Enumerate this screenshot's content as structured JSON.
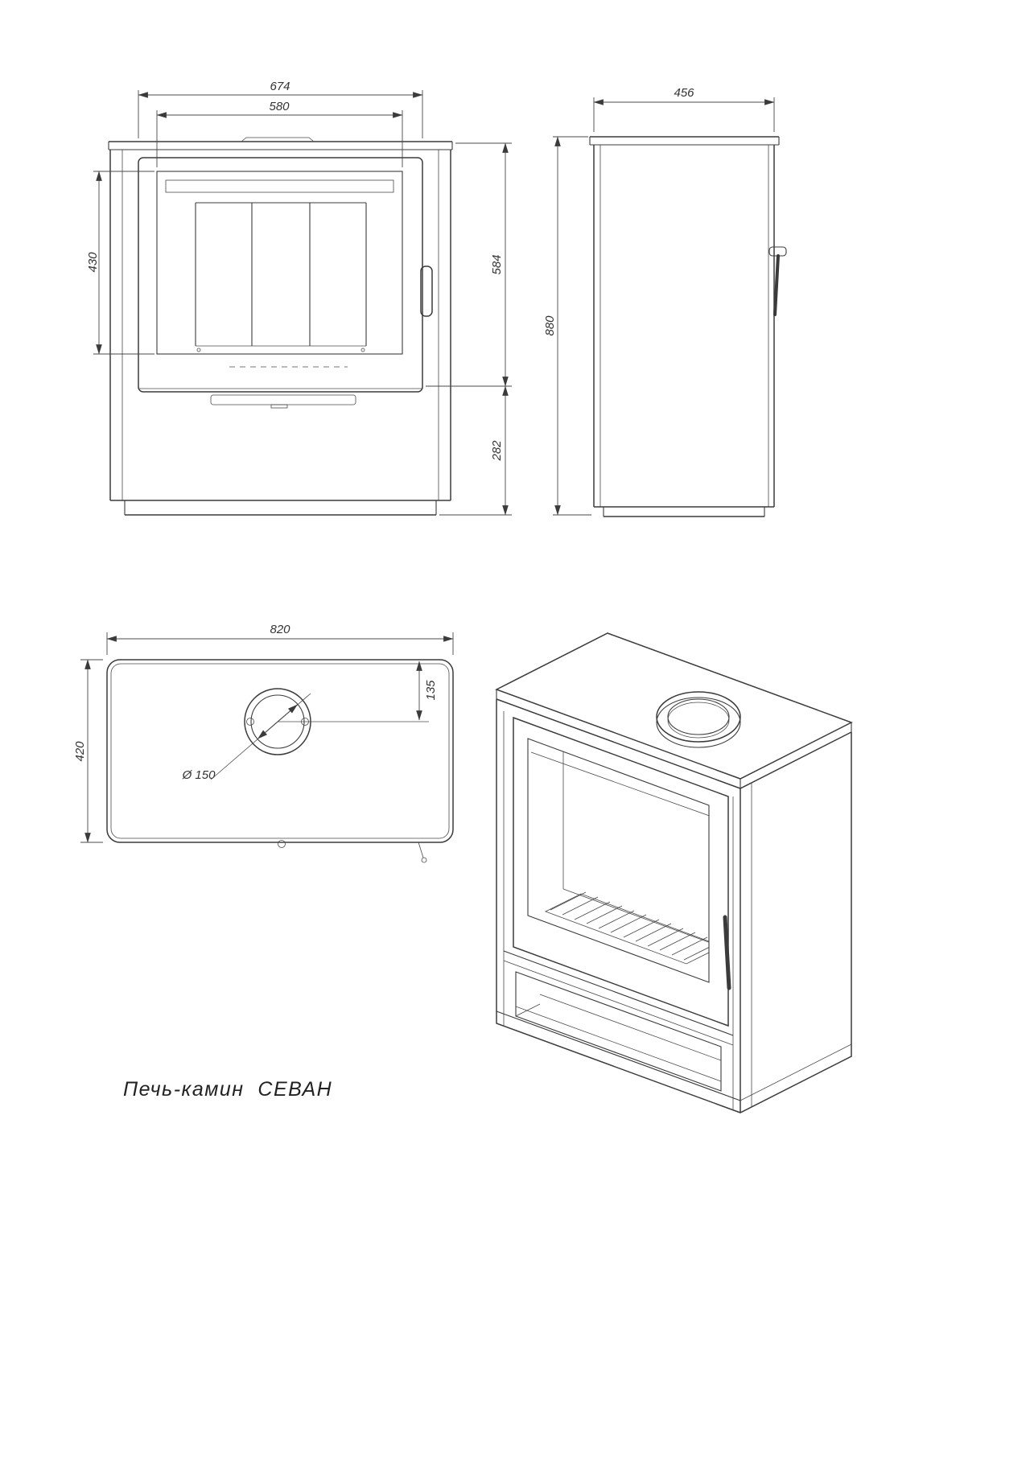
{
  "title": "Печь-камин  СЕВАН",
  "views": {
    "front": {
      "dim_width_outer": "674",
      "dim_width_glass": "580",
      "dim_glass_height": "430",
      "dim_upper_height": "584",
      "dim_lower_height": "282"
    },
    "side": {
      "dim_depth": "456",
      "dim_height": "880"
    },
    "top": {
      "dim_width": "820",
      "dim_depth": "420",
      "dim_flue_offset": "135",
      "dim_flue_diameter": "Ø 150"
    }
  }
}
